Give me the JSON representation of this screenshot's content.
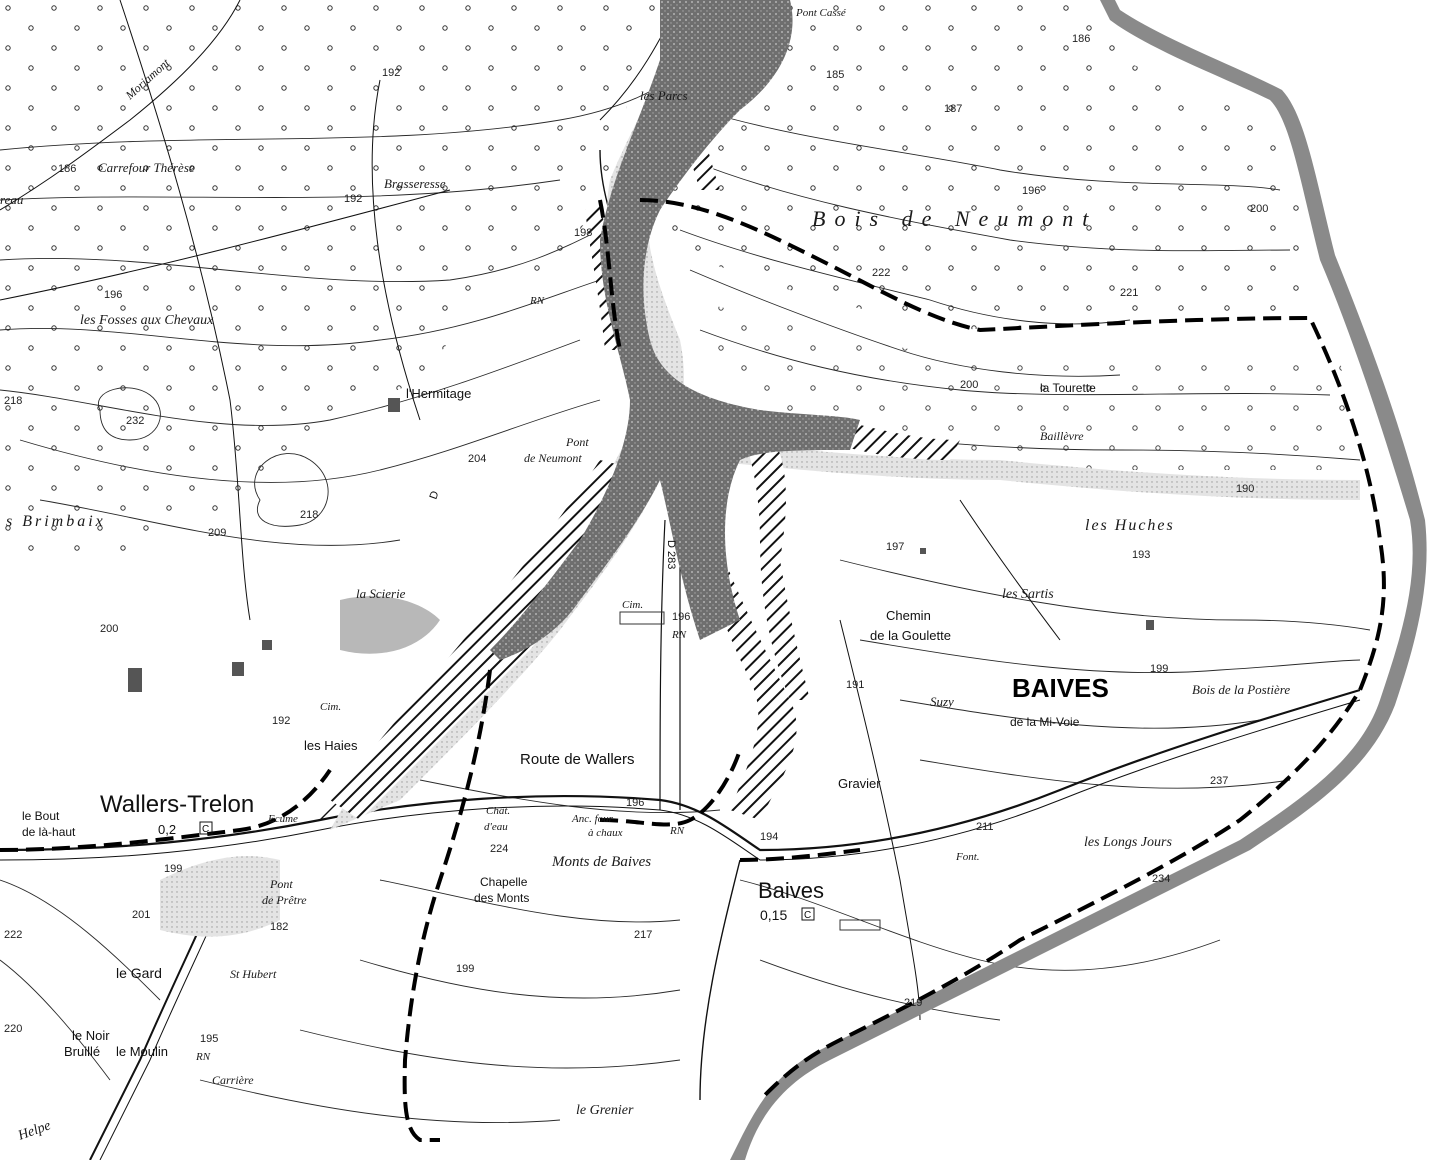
{
  "map": {
    "places": {
      "baives_big": "BAIVES",
      "baives": "Baives",
      "baives_pop": "0,15",
      "baives_code": "C",
      "wallers": "Wallers-Trelon",
      "wallers_pop": "0,2",
      "wallers_code": "C",
      "bois_neumont": "Bois de Neumont",
      "la_tourette": "la Tourette",
      "baillevre": "Baillèvre",
      "les_huches": "les Huches",
      "les_sartis": "les Sartis",
      "chemin_goulette_1": "Chemin",
      "chemin_goulette_2": "de la Goulette",
      "suzy": "Suzy",
      "mi_voie": "de la Mi-Voie",
      "bois_postiere": "Bois de la Postière",
      "les_longs_jours": "les Longs Jours",
      "gravier": "Gravier",
      "font": "Font.",
      "route_wallers": "Route de Wallers",
      "monts_baives": "Monts de Baives",
      "chapelle_1": "Chapelle",
      "chapelle_2": "des Monts",
      "chat_eau_1": "Chât.",
      "chat_eau_2": "d'eau",
      "four_1": "Anc. four",
      "four_2": "à chaux",
      "le_grenier": "le Grenier",
      "carriere": "Carrière",
      "le_moulin": "le Moulin",
      "le_noir_1": "le Noir",
      "le_noir_2": "Bruillé",
      "le_gard": "le Gard",
      "st_hubert": "St Hubert",
      "pont_pretre_1": "Pont",
      "pont_pretre_2": "de Prêtre",
      "bout_1": "le Bout",
      "bout_2": "de là-haut",
      "ecume": "Ecume",
      "les_hayes": "les Haies",
      "cim1": "Cim.",
      "cim2": "Cim.",
      "la_scierie": "la Scierie",
      "brimbaix": "s Brimbaix",
      "hermitage": "l'Hermitage",
      "pont_neumont_1": "Pont",
      "pont_neumont_2": "de Neumont",
      "fosses": "les Fosses aux Chevaux",
      "carrefour": "Carrefour Thérèse",
      "brasseresse": "Brasseresse",
      "moriamont": "Moriamont",
      "les_parcs": "les Parcs",
      "pont_cassé": "Pont Cassé",
      "reau": "reau",
      "helpe": "Helpe",
      "rn1": "RN",
      "rn2": "RN",
      "rn3": "RN",
      "rn4": "RN",
      "d283": "D 283",
      "d": "D"
    },
    "elevations": {
      "e186a": "186",
      "e186b": "186",
      "e185": "185",
      "e187": "187",
      "e192a": "192",
      "e192b": "192",
      "e192c": "192",
      "e196a": "196",
      "e196b": "196",
      "e196c": "196",
      "e200a": "200",
      "e200b": "200",
      "e221": "221",
      "e222": "222",
      "e200c": "200",
      "e218a": "218",
      "e218b": "218",
      "e232": "232",
      "e209": "209",
      "e204": "204",
      "e197": "197",
      "e193": "193",
      "e190": "190",
      "e199a": "199",
      "e199b": "199",
      "e199c": "199",
      "e191": "191",
      "e237": "237",
      "e211": "211",
      "e234": "234",
      "e194": "194",
      "e224": "224",
      "e217": "217",
      "e219": "219",
      "e201": "201",
      "e222b": "222",
      "e220": "220",
      "e195": "195",
      "e182": "182",
      "e196d": "196",
      "e198": "198"
    },
    "colors": {
      "ink": "#1a1a1a",
      "border_shade": "#8a8a8a",
      "zone_dark": "#7a7a7a",
      "zone_light": "#d8d8d8",
      "boundary": "#000000"
    }
  }
}
